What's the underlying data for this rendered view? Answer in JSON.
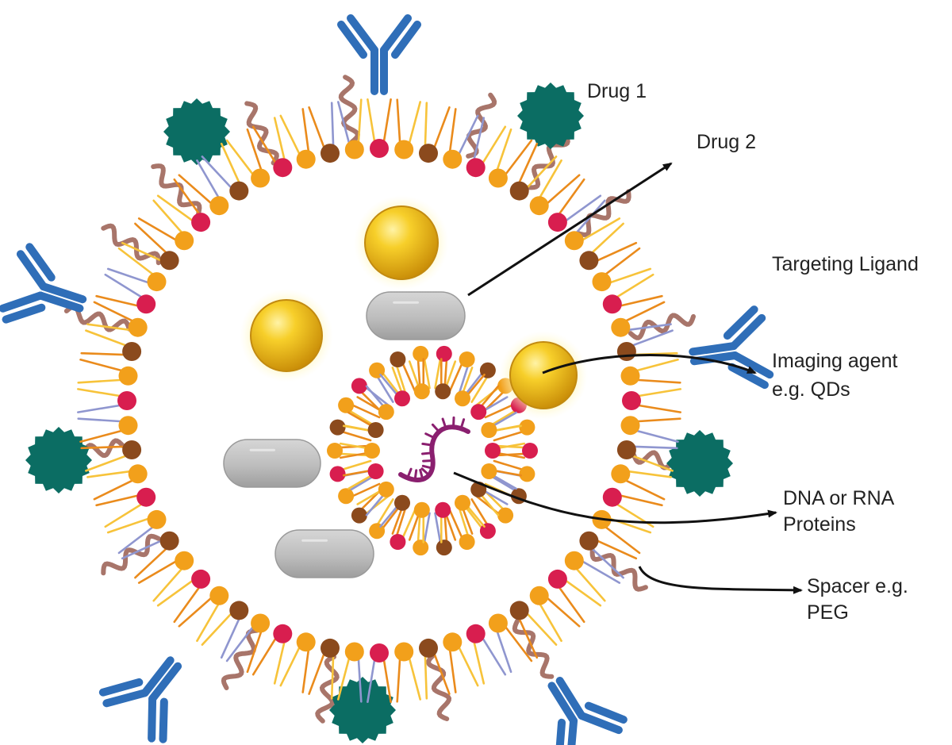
{
  "labels": {
    "drug1": "Drug 1",
    "drug2": "Drug 2",
    "targeting_ligand": "Targeting Ligand",
    "imaging_line1": "Imaging agent",
    "imaging_line2": "e.g. QDs",
    "dna_line1": "DNA or RNA",
    "dna_line2": "Proteins",
    "spacer_line1": "Spacer e.g.",
    "spacer_line2": "PEG"
  },
  "colors": {
    "head_crimson": "#d81e4f",
    "head_brown": "#8b4a1d",
    "head_orange": "#f2a01b",
    "tail_yellow": "#f7c33a",
    "tail_orange": "#ea8b1c",
    "tail_lavender": "#8f96cf",
    "peg": "#a8756a",
    "antibody": "#2f6eb8",
    "drug1": "#0b6d63",
    "drug2": "#b9b9b9",
    "qd": "#f2c21a",
    "nucleic_acid": "#8a1f6f",
    "arrow": "#111111"
  }
}
